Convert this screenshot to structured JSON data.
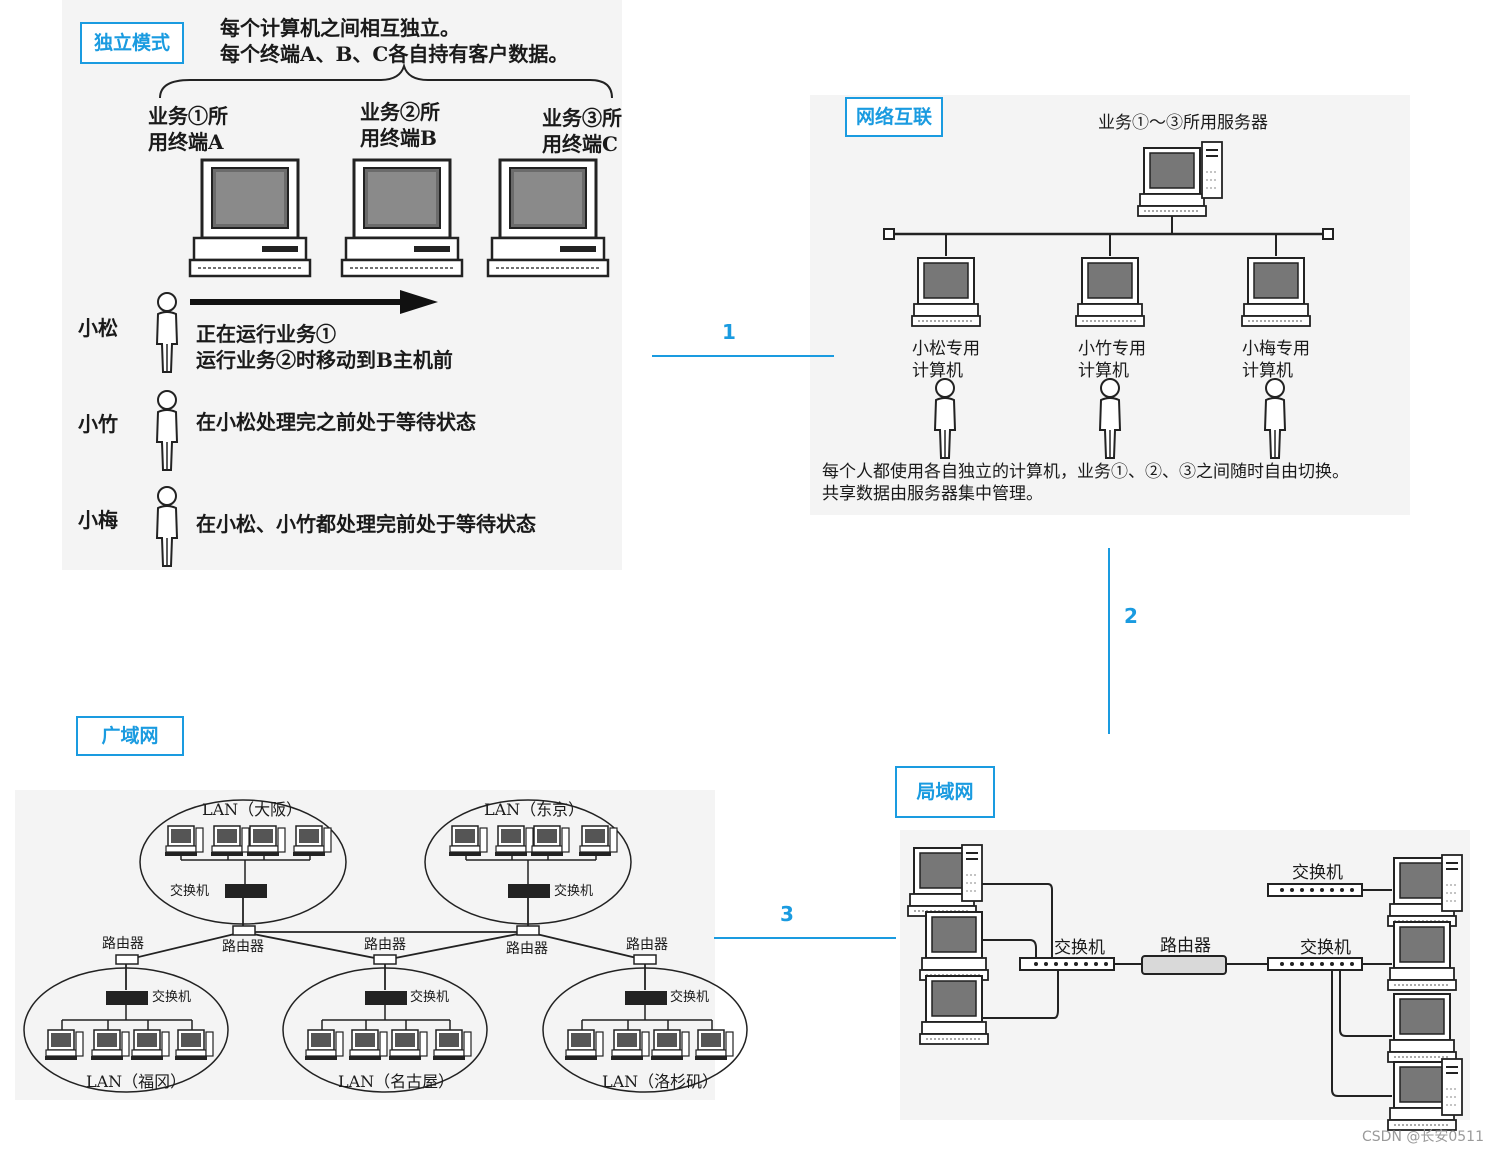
{
  "standalone": {
    "tag": "独立模式",
    "summary": "每个计算机之间相互独立。\n每个终端A、B、C各自持有客户数据。",
    "terminals": [
      "业务①所\n用终端A",
      "业务②所\n用终端B",
      "业务③所\n用终端C"
    ],
    "people": [
      {
        "name": "小松",
        "status": "正在运行业务①\n运行业务②时移动到B主机前"
      },
      {
        "name": "小竹",
        "status": "在小松处理完之前处于等待状态"
      },
      {
        "name": "小梅",
        "status": "在小松、小竹都处理完前处于等待状态"
      }
    ]
  },
  "network": {
    "tag": "网络互联",
    "server_label": "业务①～③所用服务器",
    "computers": [
      "小松专用\n计算机",
      "小竹专用\n计算机",
      "小梅专用\n计算机"
    ],
    "caption": "每个人都使用各自独立的计算机，业务①、②、③之间随时自由切换。\n共享数据由服务器集中管理。"
  },
  "wan": {
    "tag": "广域网",
    "lans": [
      {
        "label": "LAN（大阪）",
        "switch_label": "交换机"
      },
      {
        "label": "LAN（东京）",
        "switch_label": "交换机"
      },
      {
        "label": "LAN（福冈）",
        "switch_label": "交换机"
      },
      {
        "label": "LAN（名古屋）",
        "switch_label": "交换机"
      },
      {
        "label": "LAN（洛杉矶）",
        "switch_label": "交换机"
      }
    ],
    "router_label": "路由器"
  },
  "lan": {
    "tag": "局域网",
    "switch_label": "交换机",
    "router_label": "路由器"
  },
  "connectors": [
    "1",
    "2",
    "3"
  ],
  "watermark": "CSDN @长安0511"
}
